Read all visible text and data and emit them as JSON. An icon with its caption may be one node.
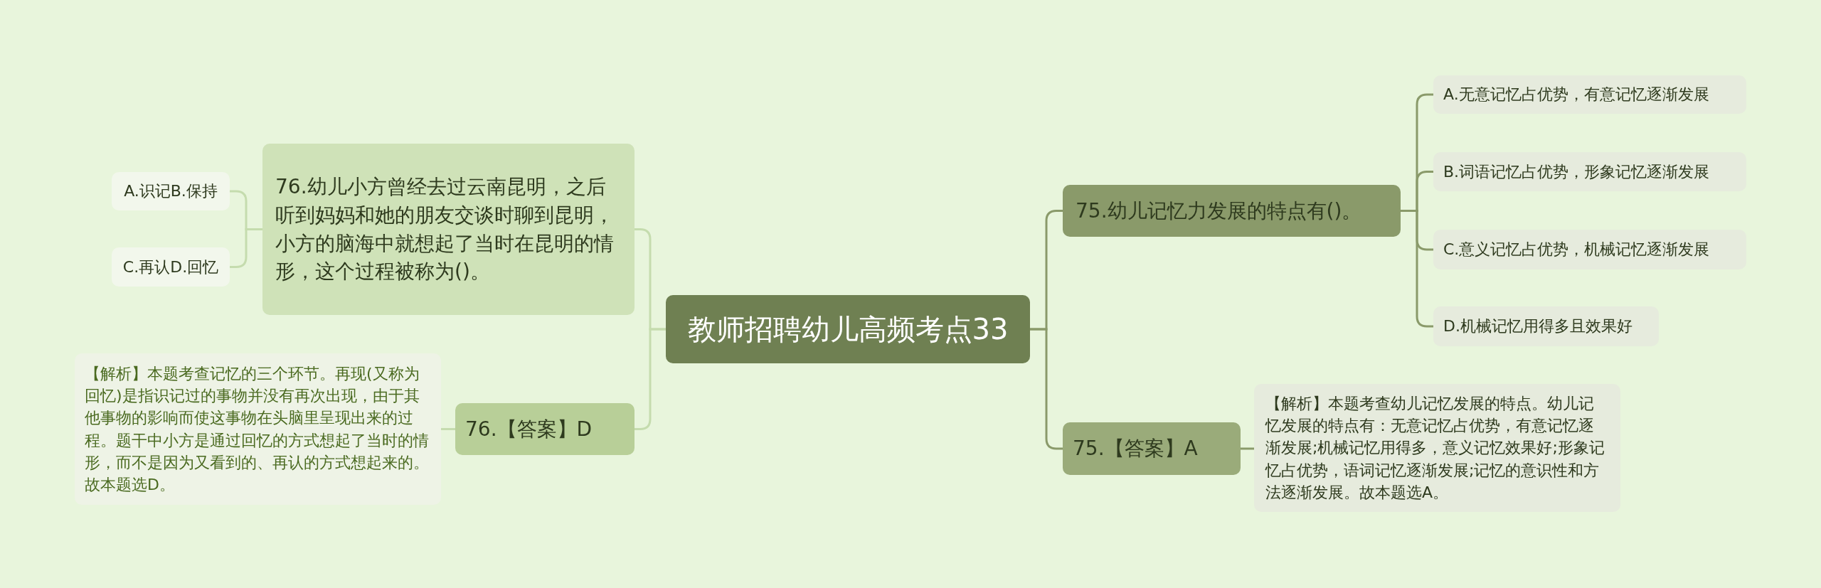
{
  "diagram": {
    "nodes": [
      {
        "text": [
          "教师招聘幼儿高频考点33"
        ]
      },
      {
        "text": [
          "76.幼儿小方曾经去过云南昆明，之后听到妈妈和她的朋友交谈时聊到昆明，小方的脑海中就想起了当时在昆明的情形，这个过程被称为()。"
        ]
      },
      {
        "text": [
          "A.识记B.保持"
        ]
      },
      {
        "text": [
          "C.再认D.回忆"
        ]
      },
      {
        "text": [
          "76.【答案】D"
        ]
      },
      {
        "text": [
          "【解析】本题考查记忆的三个环节。再现(又称为回忆)是指识记过的事物并没有再次出现，由于其他事物的影响而使这事物在头脑里呈现出来的过程。题干中小方是通过回忆的方式想起了当时的情形，而不是因为又看到的、再认的方式想起来的。故本题选D。"
        ]
      },
      {
        "text": [
          "75.幼儿记忆力发展的特点有()。"
        ]
      },
      {
        "text": [
          "A.无意记忆占优势，有意记忆逐渐发展"
        ]
      },
      {
        "text": [
          "B.词语记忆占优势，形象记忆逐渐发展"
        ]
      },
      {
        "text": [
          "C.意义记忆占优势，机械记忆逐渐发展"
        ]
      },
      {
        "text": [
          "D.机械记忆用得多且效果好"
        ]
      },
      {
        "text": [
          "75.【答案】A"
        ]
      },
      {
        "text": [
          "【解析】本题考查幼儿记忆发展的特点。幼儿记忆发展的特点有：无意记忆占优势，有意记忆逐渐发展;机械记忆用得多，意义记忆效果好;形象记忆占优势，语词记忆逐渐发展;记忆的意识性和方法逐渐发展。故本题选A。"
        ]
      }
    ],
    "edges": [
      {
        "from": 0,
        "to": 1,
        "arrow": "none",
        "color": "#c5dcae"
      },
      {
        "from": 1,
        "to": 2,
        "arrow": "none",
        "color": "#c5dcae"
      },
      {
        "from": 1,
        "to": 3,
        "arrow": "none",
        "color": "#c5dcae"
      },
      {
        "from": 0,
        "to": 4,
        "arrow": "none",
        "color": "#c5dcae"
      },
      {
        "from": 4,
        "to": 5,
        "arrow": "none",
        "color": "#c5dcae"
      },
      {
        "from": 0,
        "to": 6,
        "arrow": "none"
      },
      {
        "from": 6,
        "to": 7,
        "arrow": "none"
      },
      {
        "from": 6,
        "to": 8,
        "arrow": "none"
      },
      {
        "from": 6,
        "to": 9,
        "arrow": "none"
      },
      {
        "from": 6,
        "to": 10,
        "arrow": "none"
      },
      {
        "from": 0,
        "to": 11,
        "arrow": "none"
      },
      {
        "from": 11,
        "to": 12,
        "arrow": "none"
      }
    ]
  }
}
